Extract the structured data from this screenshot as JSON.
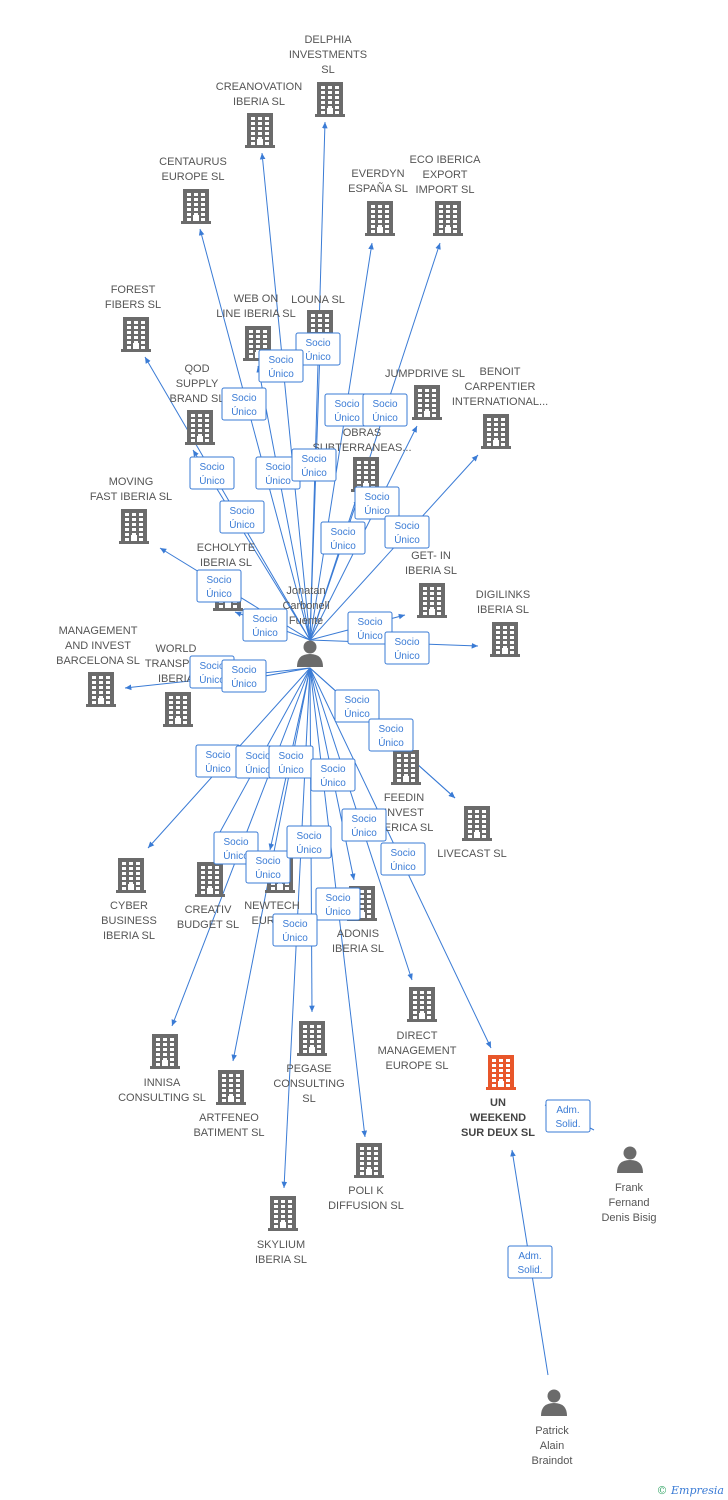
{
  "people": [
    {
      "id": "jonatan",
      "lines": [
        "Jonatan",
        "Carbonell",
        "Fuente"
      ]
    },
    {
      "id": "frank",
      "lines": [
        "Frank",
        "Fernand",
        "Denis Bisig"
      ]
    },
    {
      "id": "patrick",
      "lines": [
        "Patrick",
        "Alain",
        "Braindot"
      ]
    }
  ],
  "companies": [
    {
      "id": "delphia",
      "lines": [
        "DELPHIA",
        "INVESTMENTS",
        "SL"
      ]
    },
    {
      "id": "creanovation",
      "lines": [
        "CREANOVATION",
        "IBERIA SL"
      ]
    },
    {
      "id": "centaurus",
      "lines": [
        "CENTAURUS",
        "EUROPE SL"
      ]
    },
    {
      "id": "everdyn",
      "lines": [
        "EVERDYN",
        "ESPAÑA  SL"
      ]
    },
    {
      "id": "ecoiberica",
      "lines": [
        "ECO IBERICA",
        "EXPORT",
        "IMPORT  SL"
      ]
    },
    {
      "id": "forest",
      "lines": [
        "FOREST",
        "FIBERS  SL"
      ]
    },
    {
      "id": "webon",
      "lines": [
        "WEB ON",
        "LINE IBERIA SL"
      ]
    },
    {
      "id": "louna",
      "lines": [
        "LOUNA  SL"
      ]
    },
    {
      "id": "qod",
      "lines": [
        "QOD",
        "SUPPLY",
        "BRAND  SL"
      ]
    },
    {
      "id": "jumpdrive",
      "lines": [
        "JUMPDRIVE SL"
      ]
    },
    {
      "id": "benoit",
      "lines": [
        "BENOIT",
        "CARPENTIER",
        "INTERNATIONAL..."
      ]
    },
    {
      "id": "obras",
      "lines": [
        "OBRAS",
        "SUBTERRANEAS..."
      ]
    },
    {
      "id": "moving",
      "lines": [
        "MOVING",
        "FAST IBERIA SL"
      ]
    },
    {
      "id": "echolyte",
      "lines": [
        "ECHOLYTE",
        "IBERIA SL"
      ]
    },
    {
      "id": "getin",
      "lines": [
        "GET- IN",
        "IBERIA SL"
      ]
    },
    {
      "id": "digilinks",
      "lines": [
        "DIGILINKS",
        "IBERIA SL"
      ]
    },
    {
      "id": "management",
      "lines": [
        "MANAGEMENT",
        "AND INVEST",
        "BARCELONA SL"
      ]
    },
    {
      "id": "world",
      "lines": [
        "WORLD",
        "TRANSPO...",
        "IBERIA"
      ]
    },
    {
      "id": "feedin",
      "lines": [
        "FEEDIN",
        "INVEST",
        "...ERICA SL"
      ]
    },
    {
      "id": "livecast",
      "lines": [
        "LIVECAST SL"
      ]
    },
    {
      "id": "cyber",
      "lines": [
        "CYBER",
        "BUSINESS",
        "IBERIA SL"
      ]
    },
    {
      "id": "creativ",
      "lines": [
        "CREATIV",
        "BUDGET  SL"
      ]
    },
    {
      "id": "newtech",
      "lines": [
        "NEWTECH",
        "EURO..."
      ]
    },
    {
      "id": "adonis",
      "lines": [
        "ADONIS",
        "IBERIA SL"
      ]
    },
    {
      "id": "direct",
      "lines": [
        "DIRECT",
        "MANAGEMENT",
        "EUROPE SL"
      ]
    },
    {
      "id": "innisa",
      "lines": [
        "INNISA",
        "CONSULTING SL"
      ]
    },
    {
      "id": "artfeneo",
      "lines": [
        "ARTFENEO",
        "BATIMENT  SL"
      ]
    },
    {
      "id": "pegase",
      "lines": [
        "PEGASE",
        "CONSULTING",
        "SL"
      ]
    },
    {
      "id": "unweekend",
      "lines": [
        "UN",
        "WEEKEND",
        "SUR DEUX  SL"
      ],
      "focus": true
    },
    {
      "id": "polik",
      "lines": [
        "POLI K",
        "DIFFUSION  SL"
      ]
    },
    {
      "id": "skylium",
      "lines": [
        "SKYLIUM",
        "IBERIA SL"
      ]
    }
  ],
  "relations": [
    {
      "from": "jonatan",
      "to": "delphia",
      "label": [
        "Socio",
        "Único"
      ]
    },
    {
      "from": "jonatan",
      "to": "creanovation",
      "label": [
        "Socio",
        "Único"
      ]
    },
    {
      "from": "jonatan",
      "to": "centaurus",
      "label": [
        "Socio",
        "Único"
      ]
    },
    {
      "from": "jonatan",
      "to": "everdyn",
      "label": [
        "Socio",
        "Único"
      ]
    },
    {
      "from": "jonatan",
      "to": "ecoiberica",
      "label": [
        "Socio",
        "Único"
      ]
    },
    {
      "from": "jonatan",
      "to": "forest",
      "label": [
        "Socio",
        "Único"
      ]
    },
    {
      "from": "jonatan",
      "to": "webon",
      "label": [
        "Socio",
        "Único"
      ]
    },
    {
      "from": "jonatan",
      "to": "louna",
      "label": [
        "Socio",
        "Único"
      ]
    },
    {
      "from": "jonatan",
      "to": "qod",
      "label": [
        "Socio",
        "Único"
      ]
    },
    {
      "from": "jonatan",
      "to": "jumpdrive",
      "label": [
        "Socio",
        "Único"
      ]
    },
    {
      "from": "jonatan",
      "to": "benoit",
      "label": [
        "Socio",
        "Único"
      ]
    },
    {
      "from": "jonatan",
      "to": "obras",
      "label": [
        "Socio",
        "Único"
      ]
    },
    {
      "from": "jonatan",
      "to": "moving",
      "label": [
        "Socio",
        "Único"
      ]
    },
    {
      "from": "jonatan",
      "to": "echolyte",
      "label": [
        "Socio",
        "Único"
      ]
    },
    {
      "from": "jonatan",
      "to": "getin",
      "label": [
        "Socio",
        "Único"
      ]
    },
    {
      "from": "jonatan",
      "to": "digilinks",
      "label": [
        "Socio",
        "Único"
      ]
    },
    {
      "from": "jonatan",
      "to": "management",
      "label": [
        "Socio",
        "Único"
      ]
    },
    {
      "from": "jonatan",
      "to": "world",
      "label": [
        "Socio",
        "Único"
      ]
    },
    {
      "from": "jonatan",
      "to": "feedin",
      "label": [
        "Socio",
        "Único"
      ]
    },
    {
      "from": "jonatan",
      "to": "livecast",
      "label": [
        "Socio",
        "Único"
      ]
    },
    {
      "from": "jonatan",
      "to": "cyber",
      "label": [
        "Socio",
        "Único"
      ]
    },
    {
      "from": "jonatan",
      "to": "creativ",
      "label": [
        "Socio",
        "Único"
      ]
    },
    {
      "from": "jonatan",
      "to": "newtech",
      "label": [
        "Socio",
        "Único"
      ]
    },
    {
      "from": "jonatan",
      "to": "adonis",
      "label": [
        "Socio",
        "Único"
      ]
    },
    {
      "from": "jonatan",
      "to": "direct",
      "label": [
        "Socio",
        "Único"
      ]
    },
    {
      "from": "jonatan",
      "to": "innisa",
      "label": [
        "Socio",
        "Único"
      ]
    },
    {
      "from": "jonatan",
      "to": "artfeneo",
      "label": [
        "Socio",
        "Único"
      ]
    },
    {
      "from": "jonatan",
      "to": "pegase",
      "label": [
        "Socio",
        "Único"
      ]
    },
    {
      "from": "jonatan",
      "to": "unweekend",
      "label": [
        "Socio",
        "Único"
      ]
    },
    {
      "from": "jonatan",
      "to": "polik",
      "label": [
        "Socio",
        "Único"
      ]
    },
    {
      "from": "jonatan",
      "to": "skylium",
      "label": [
        "Socio",
        "Único"
      ]
    },
    {
      "from": "frank",
      "to": "unweekend",
      "label": [
        "Adm.",
        "Solid."
      ]
    },
    {
      "from": "patrick",
      "to": "unweekend",
      "label": [
        "Adm.",
        "Solid."
      ]
    }
  ],
  "colors": {
    "edge": "#3a7bd5",
    "icon": "#6b6b6b",
    "focus_icon": "#e8562a",
    "label_text": "#555555",
    "badge_border": "#3a7bd5"
  },
  "footer": {
    "copyright": "©",
    "brand": "Empresia"
  }
}
